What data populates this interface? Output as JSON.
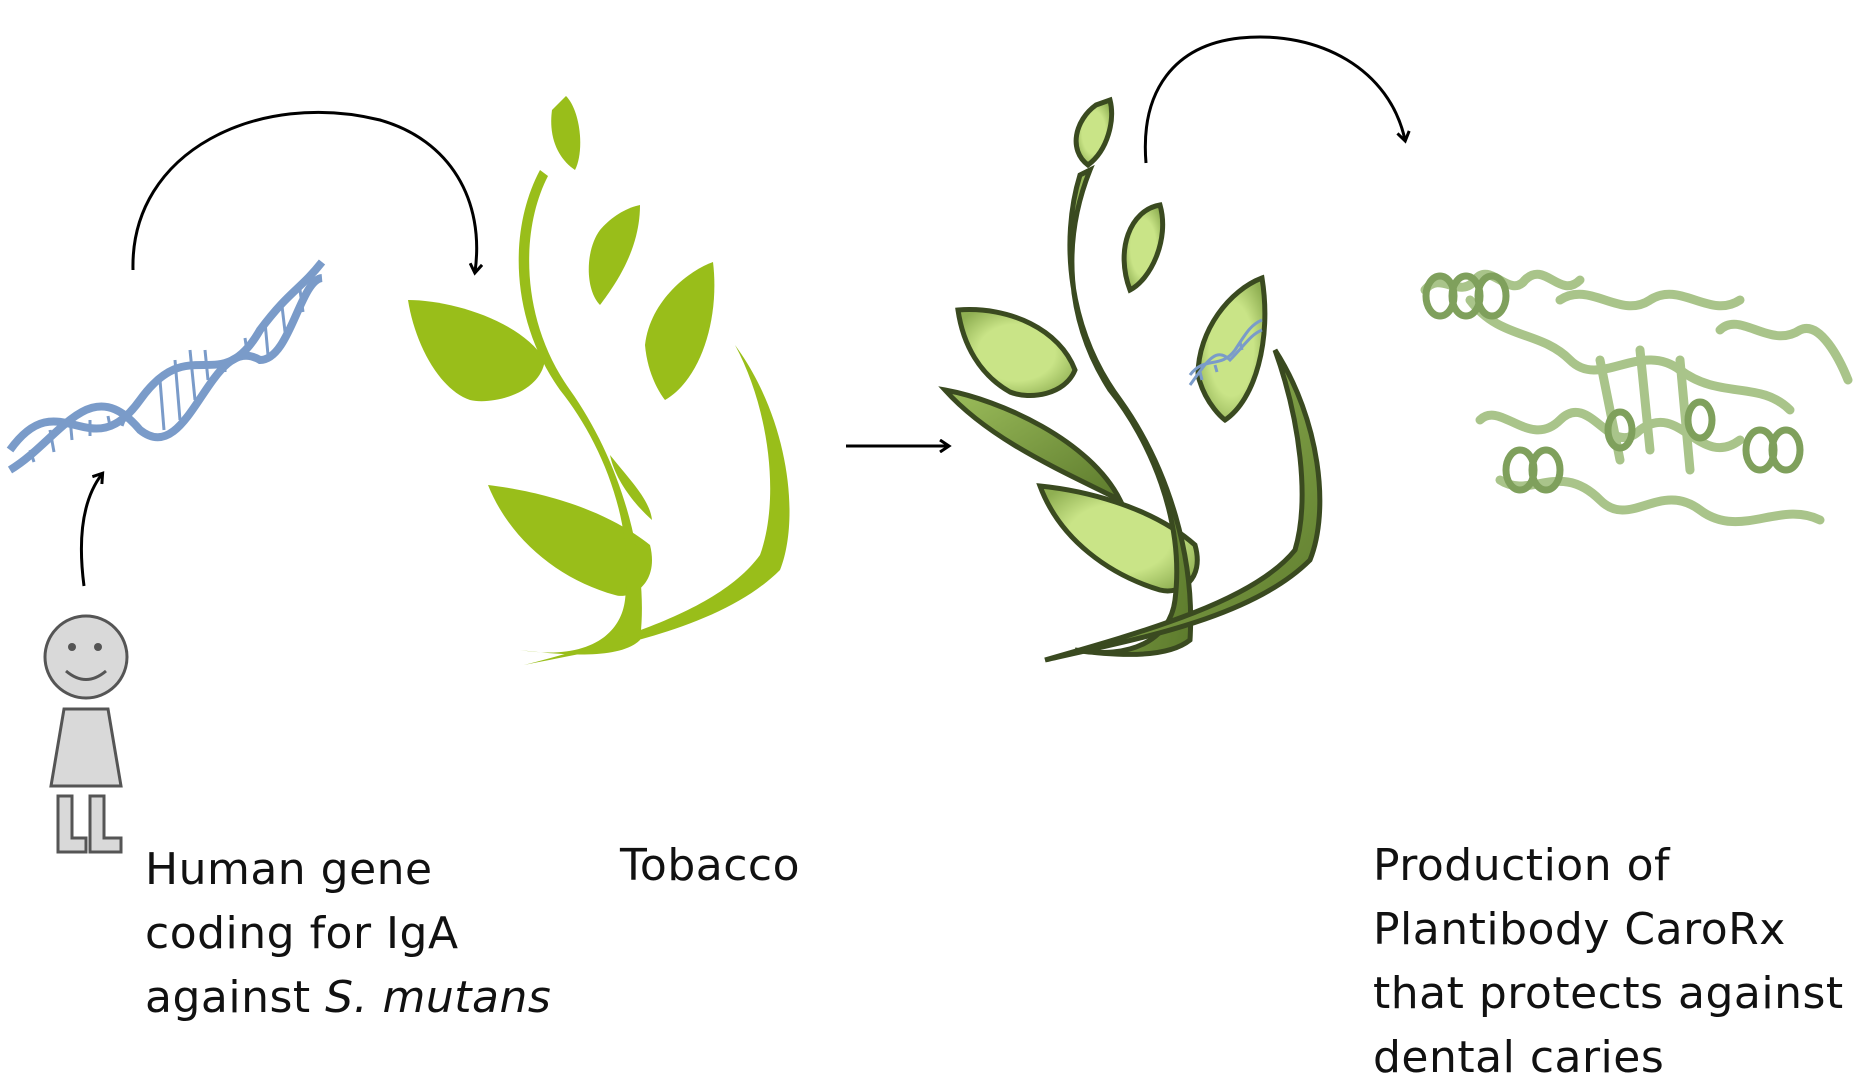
{
  "labels": {
    "gene": {
      "line1": "Human gene",
      "line2": "coding for IgA",
      "line3_prefix": "against ",
      "line3_italic": "S. mutans"
    },
    "tobacco": "Tobacco",
    "product": {
      "line1": "Production of",
      "line2": "Plantibody CaroRx",
      "line3": "that protects against",
      "line4": "dental caries"
    }
  },
  "colors": {
    "plant_green": "#99BE1A",
    "transformed_leaf": "#C6E283",
    "transformed_outline": "#3A4A20",
    "dna_blue": "#7A9BC9",
    "protein_green": "#A9C48A",
    "person_gray": "#D9D9D9",
    "arrow": "#000000"
  },
  "icons": [
    "person-icon",
    "dna-helix-icon",
    "tobacco-plant-icon",
    "transformed-plant-icon",
    "protein-structure-icon"
  ]
}
